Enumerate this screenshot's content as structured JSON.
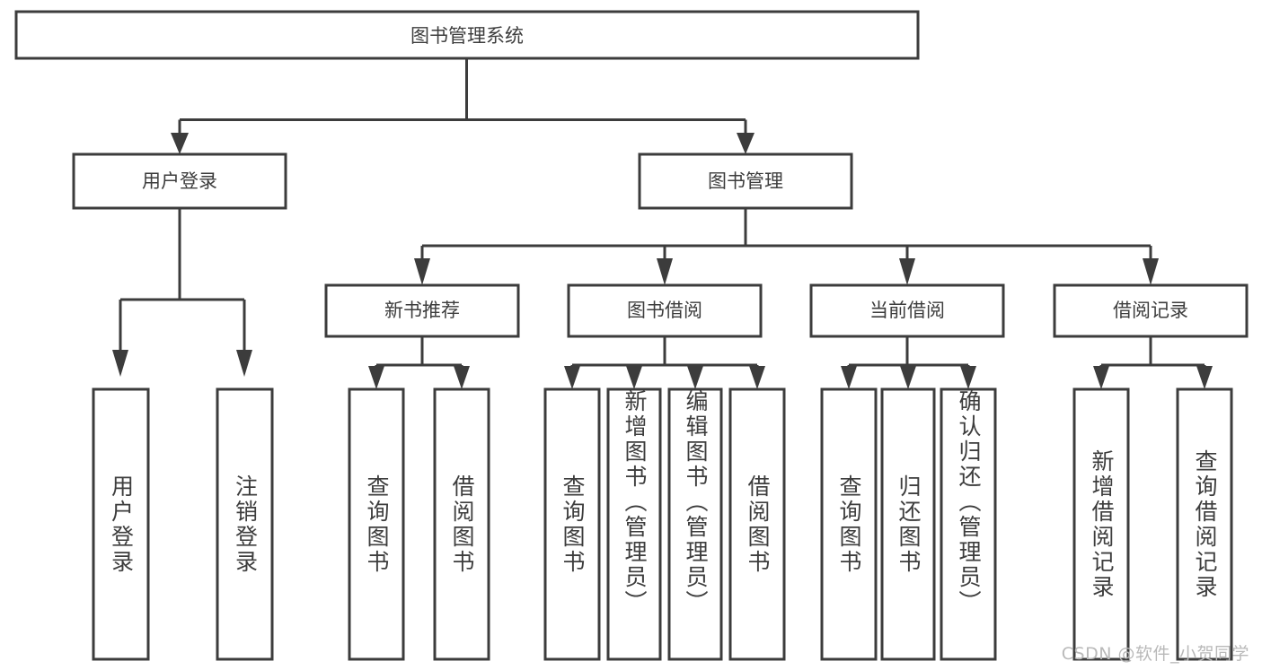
{
  "diagram": {
    "title": "图书管理系统",
    "type": "tree-hierarchy-chart",
    "watermark": "CSDN @软件_小贺同学",
    "colors": {
      "stroke": "#3c3c3c",
      "box_fill": "#ffffff",
      "text": "#3d3d3d",
      "background": "#ffffff",
      "watermark": "#b9b9b9"
    },
    "root": {
      "label": "图书管理系统"
    },
    "level2": [
      {
        "label": "用户登录"
      },
      {
        "label": "图书管理"
      }
    ],
    "level3": [
      {
        "label": "新书推荐"
      },
      {
        "label": "图书借阅"
      },
      {
        "label": "当前借阅"
      },
      {
        "label": "借阅记录"
      }
    ],
    "leaves": {
      "user_login": [
        {
          "label": "用户登录"
        },
        {
          "label": "注销登录"
        }
      ],
      "new_book_recommend": [
        {
          "label": "查询图书"
        },
        {
          "label": "借阅图书"
        }
      ],
      "book_borrow": [
        {
          "label": "查询图书"
        },
        {
          "label": "新增图书（管理员）"
        },
        {
          "label": "编辑图书（管理员）"
        },
        {
          "label": "借阅图书"
        }
      ],
      "current_borrow": [
        {
          "label": "查询图书"
        },
        {
          "label": "归还图书"
        },
        {
          "label": "确认归还（管理员）"
        }
      ],
      "borrow_record": [
        {
          "label": "新增借阅记录"
        },
        {
          "label": "查询借阅记录"
        }
      ]
    }
  }
}
